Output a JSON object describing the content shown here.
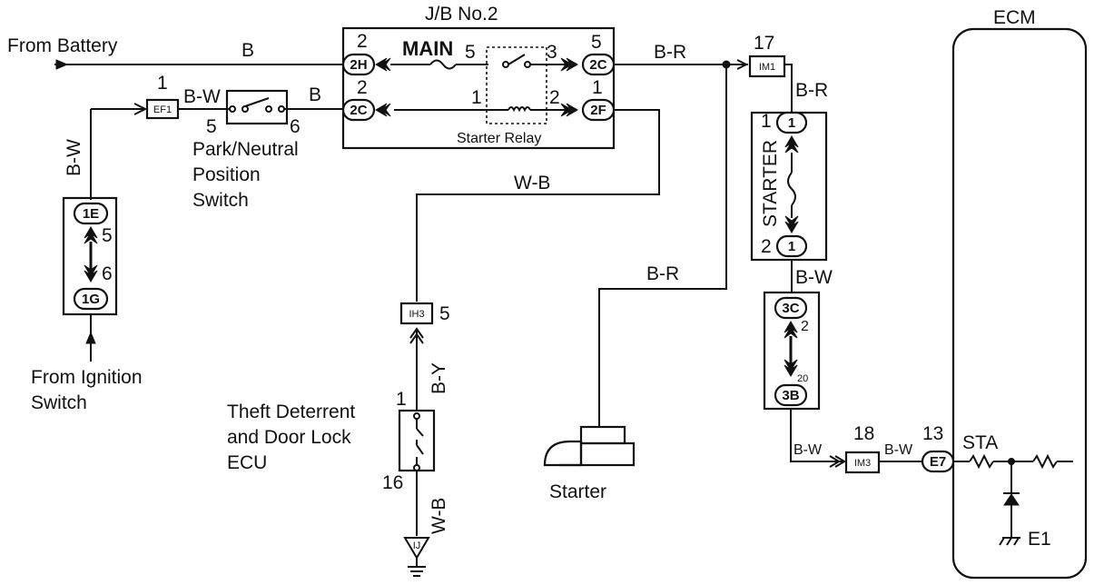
{
  "labels": {
    "from_battery": "From Battery",
    "from_ignition_1": "From Ignition",
    "from_ignition_2": "Switch",
    "jb_title": "J/B No.2",
    "main_fuse": "MAIN",
    "starter_relay": "Starter Relay",
    "pnp_1": "Park/Neutral",
    "pnp_2": "Position",
    "pnp_3": "Switch",
    "theft_1": "Theft Deterrent",
    "theft_2": "and Door Lock",
    "theft_3": "ECU",
    "starter_motor": "Starter",
    "starter_unit": "STARTER",
    "ecm": "ECM",
    "sta": "STA",
    "e1": "E1"
  },
  "wires": {
    "b_battery": "B",
    "bw_ign": "B-W",
    "bw_ef1": "B-W",
    "b_pnp": "B",
    "br_2c": "B-R",
    "wb_2f": "W-B",
    "br_starter": "B-R",
    "br_im1": "B-R",
    "bw_starter": "B-W",
    "by_ih3": "B-Y",
    "wb_gnd": "W-B",
    "bw_3b": "B-W",
    "bw_im3": "B-W"
  },
  "pins": {
    "jb_2h": "2",
    "jb_2c_left": "2",
    "relay_5": "5",
    "relay_1": "1",
    "relay_3": "3",
    "relay_2": "2",
    "jb_2c_right": "5",
    "jb_2f": "1",
    "ef1": "1",
    "pnp_5": "5",
    "pnp_6": "6",
    "ign_5": "5",
    "ign_6": "6",
    "ih3": "5",
    "theft_1": "1",
    "theft_16": "16",
    "im1": "17",
    "starter_1": "1",
    "starter_2": "2",
    "s3c": "2",
    "s3b": "20",
    "im3": "18",
    "e7": "13"
  },
  "connectors": {
    "c2h": "2H",
    "c2c_left": "2C",
    "c2c_right": "2C",
    "c2f": "2F",
    "c1e": "1E",
    "c1g": "1G",
    "ef1": "EF1",
    "ih3": "IH3",
    "ij": "IJ",
    "im1": "IM1",
    "st1a": "1",
    "st1b": "1",
    "c3c": "3C",
    "c3b": "3B",
    "im3": "IM3",
    "e7": "E7"
  }
}
